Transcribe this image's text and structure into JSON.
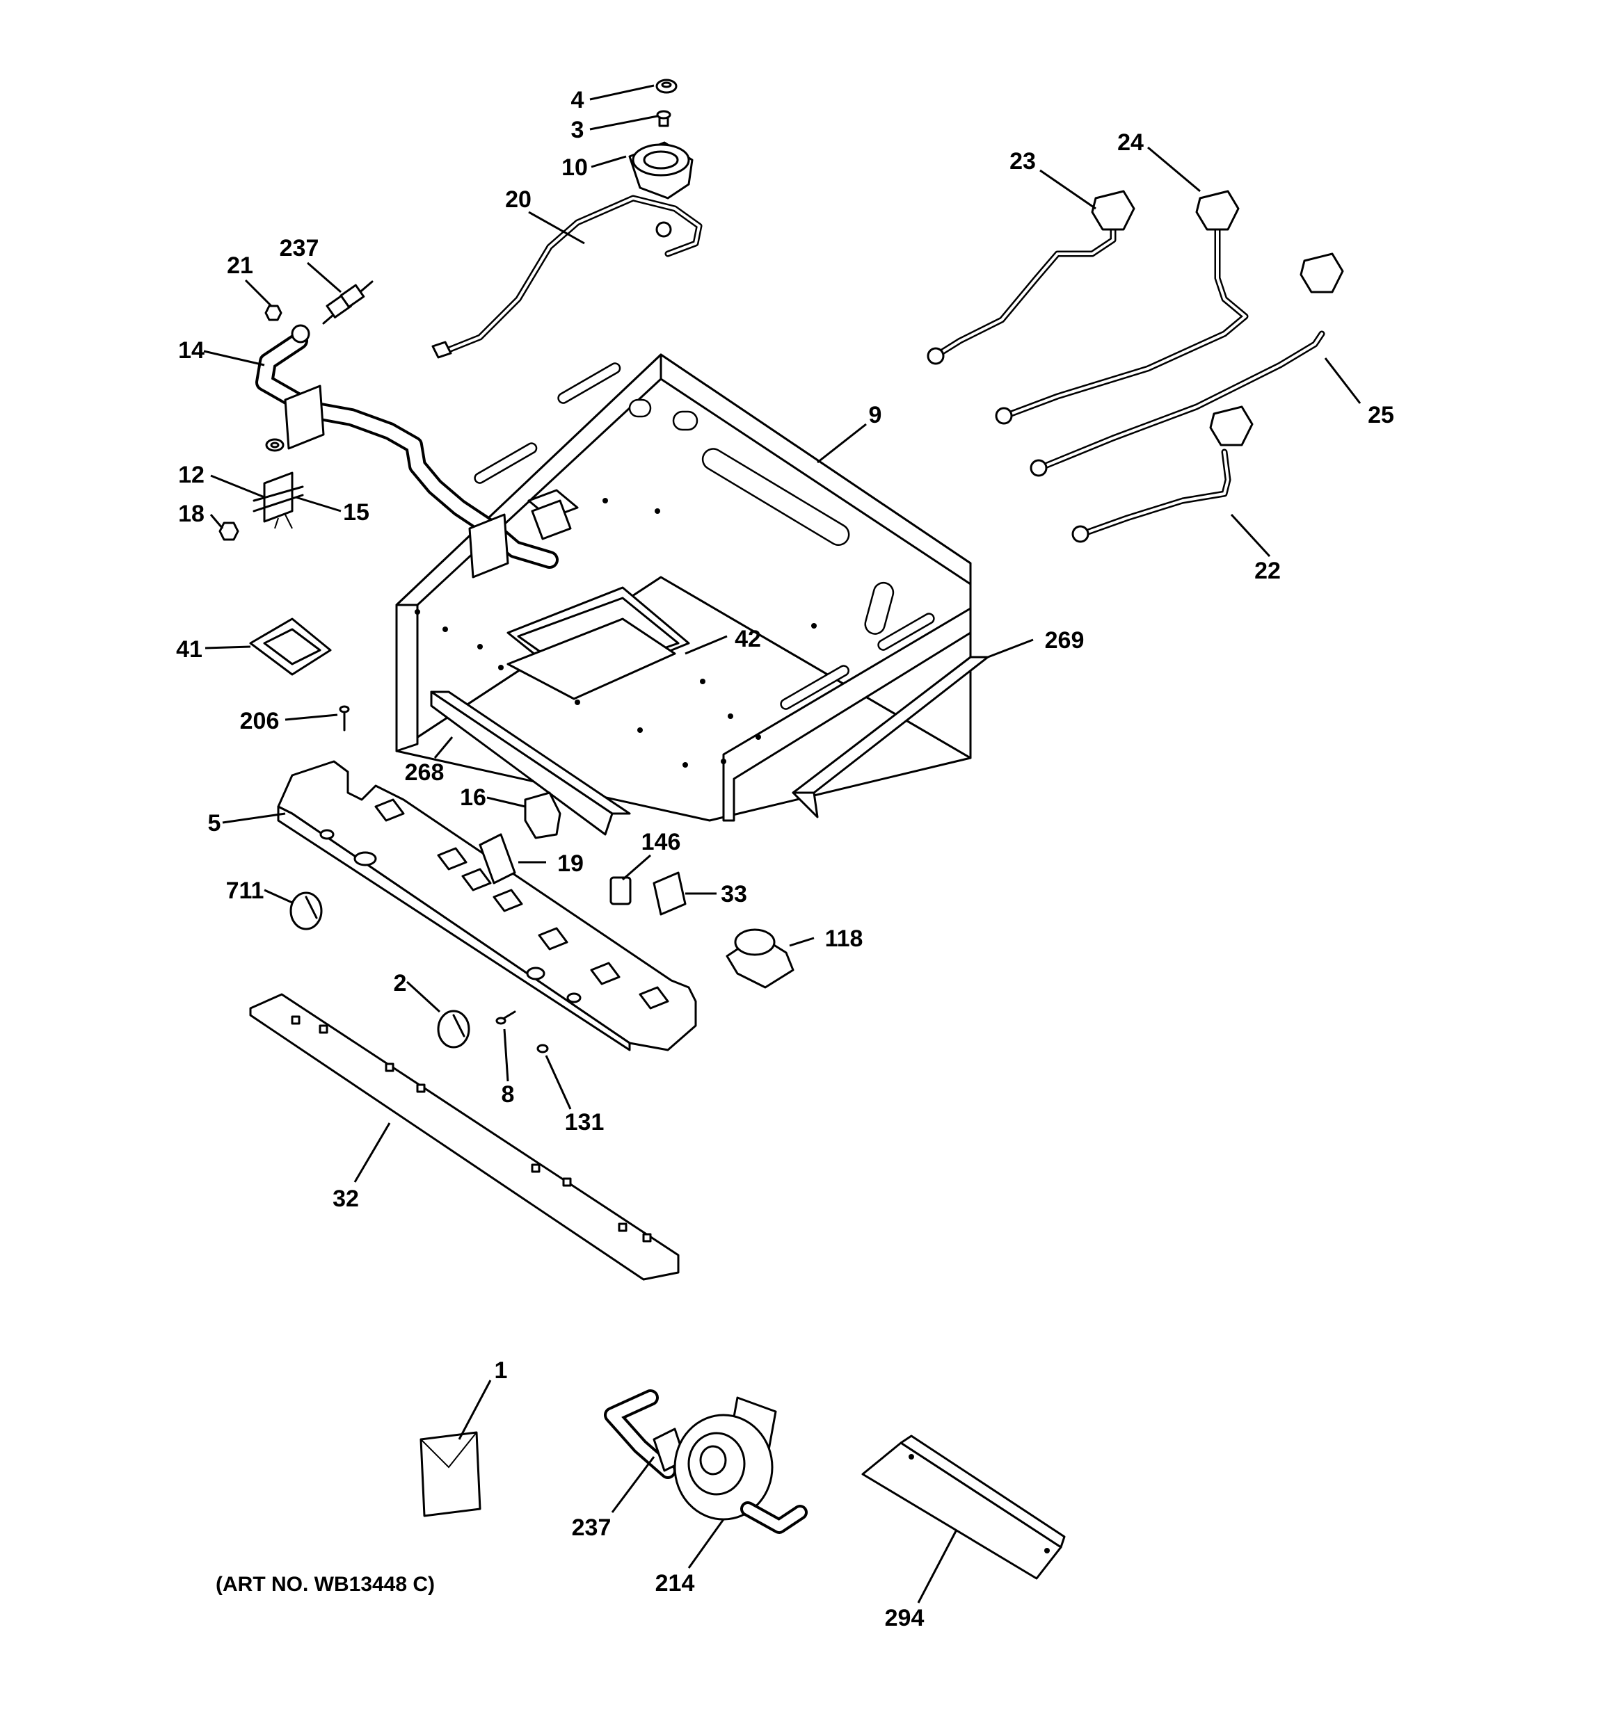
{
  "callouts": {
    "c1": "1",
    "c2": "2",
    "c3": "3",
    "c4": "4",
    "c5": "5",
    "c8": "8",
    "c9": "9",
    "c10": "10",
    "c12": "12",
    "c14": "14",
    "c15": "15",
    "c16": "16",
    "c18": "18",
    "c19": "19",
    "c20": "20",
    "c21": "21",
    "c22": "22",
    "c23": "23",
    "c24": "24",
    "c25": "25",
    "c32": "32",
    "c33": "33",
    "c41": "41",
    "c42": "42",
    "c118": "118",
    "c131": "131",
    "c146": "146",
    "c206": "206",
    "c214": "214",
    "c237a": "237",
    "c237b": "237",
    "c268": "268",
    "c269": "269",
    "c294": "294",
    "c711": "711"
  },
  "art_number": "(ART NO. WB13448 C)"
}
